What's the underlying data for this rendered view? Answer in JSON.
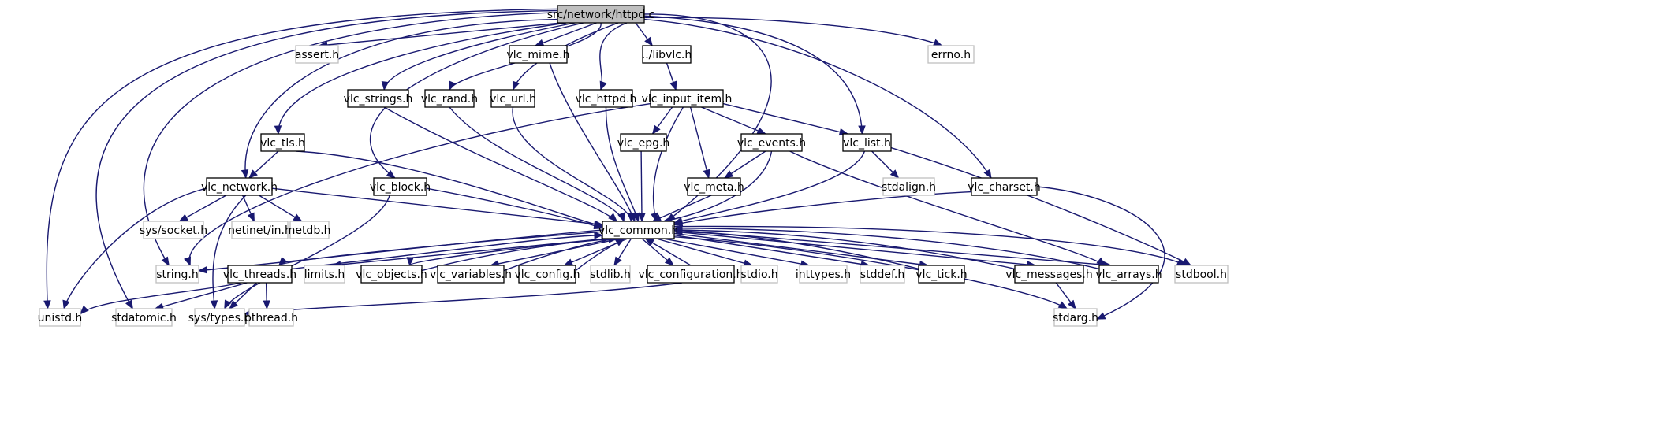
{
  "graph": {
    "nodes": [
      {
        "id": "httpd_c",
        "label": "src/network/httpd.c",
        "kind": "root"
      },
      {
        "id": "assert_h",
        "label": "assert.h",
        "kind": "ext"
      },
      {
        "id": "vlc_mime_h",
        "label": "vlc_mime.h",
        "kind": "doc"
      },
      {
        "id": "libvlc_h",
        "label": "../libvlc.h",
        "kind": "doc"
      },
      {
        "id": "errno_h",
        "label": "errno.h",
        "kind": "ext"
      },
      {
        "id": "vlc_strings_h",
        "label": "vlc_strings.h",
        "kind": "doc"
      },
      {
        "id": "vlc_rand_h",
        "label": "vlc_rand.h",
        "kind": "doc"
      },
      {
        "id": "vlc_url_h",
        "label": "vlc_url.h",
        "kind": "doc"
      },
      {
        "id": "vlc_httpd_h",
        "label": "vlc_httpd.h",
        "kind": "doc"
      },
      {
        "id": "vlc_input_item_h",
        "label": "vlc_input_item.h",
        "kind": "doc"
      },
      {
        "id": "vlc_tls_h",
        "label": "vlc_tls.h",
        "kind": "doc"
      },
      {
        "id": "vlc_epg_h",
        "label": "vlc_epg.h",
        "kind": "doc"
      },
      {
        "id": "vlc_events_h",
        "label": "vlc_events.h",
        "kind": "doc"
      },
      {
        "id": "vlc_list_h",
        "label": "vlc_list.h",
        "kind": "doc"
      },
      {
        "id": "vlc_network_h",
        "label": "vlc_network.h",
        "kind": "doc"
      },
      {
        "id": "vlc_block_h",
        "label": "vlc_block.h",
        "kind": "doc"
      },
      {
        "id": "vlc_meta_h",
        "label": "vlc_meta.h",
        "kind": "doc"
      },
      {
        "id": "stdalign_h",
        "label": "stdalign.h",
        "kind": "ext"
      },
      {
        "id": "vlc_charset_h",
        "label": "vlc_charset.h",
        "kind": "doc"
      },
      {
        "id": "sys_socket_h",
        "label": "sys/socket.h",
        "kind": "ext"
      },
      {
        "id": "netinet_in_h",
        "label": "netinet/in.h",
        "kind": "ext"
      },
      {
        "id": "netdb_h",
        "label": "netdb.h",
        "kind": "ext"
      },
      {
        "id": "vlc_common_h",
        "label": "vlc_common.h",
        "kind": "doc"
      },
      {
        "id": "string_h",
        "label": "string.h",
        "kind": "ext"
      },
      {
        "id": "vlc_threads_h",
        "label": "vlc_threads.h",
        "kind": "doc"
      },
      {
        "id": "limits_h",
        "label": "limits.h",
        "kind": "ext"
      },
      {
        "id": "vlc_objects_h",
        "label": "vlc_objects.h",
        "kind": "doc"
      },
      {
        "id": "vlc_variables_h",
        "label": "vlc_variables.h",
        "kind": "doc"
      },
      {
        "id": "vlc_config_h",
        "label": "vlc_config.h",
        "kind": "doc"
      },
      {
        "id": "stdlib_h",
        "label": "stdlib.h",
        "kind": "ext"
      },
      {
        "id": "vlc_configuration_h",
        "label": "vlc_configuration.h",
        "kind": "doc"
      },
      {
        "id": "stdio_h",
        "label": "stdio.h",
        "kind": "ext"
      },
      {
        "id": "inttypes_h",
        "label": "inttypes.h",
        "kind": "ext"
      },
      {
        "id": "stddef_h",
        "label": "stddef.h",
        "kind": "ext"
      },
      {
        "id": "vlc_tick_h",
        "label": "vlc_tick.h",
        "kind": "doc"
      },
      {
        "id": "vlc_messages_h",
        "label": "vlc_messages.h",
        "kind": "doc"
      },
      {
        "id": "vlc_arrays_h",
        "label": "vlc_arrays.h",
        "kind": "doc"
      },
      {
        "id": "stdbool_h",
        "label": "stdbool.h",
        "kind": "ext"
      },
      {
        "id": "unistd_h",
        "label": "unistd.h",
        "kind": "ext"
      },
      {
        "id": "stdatomic_h",
        "label": "stdatomic.h",
        "kind": "ext"
      },
      {
        "id": "sys_types_h",
        "label": "sys/types.h",
        "kind": "ext"
      },
      {
        "id": "pthread_h",
        "label": "pthread.h",
        "kind": "ext"
      },
      {
        "id": "stdarg_h",
        "label": "stdarg.h",
        "kind": "ext"
      }
    ],
    "colors": {
      "edge": "#191970",
      "root_fill": "#bfbfbf",
      "doc_border": "#000000",
      "ext_border": "#bfbfbf"
    }
  }
}
